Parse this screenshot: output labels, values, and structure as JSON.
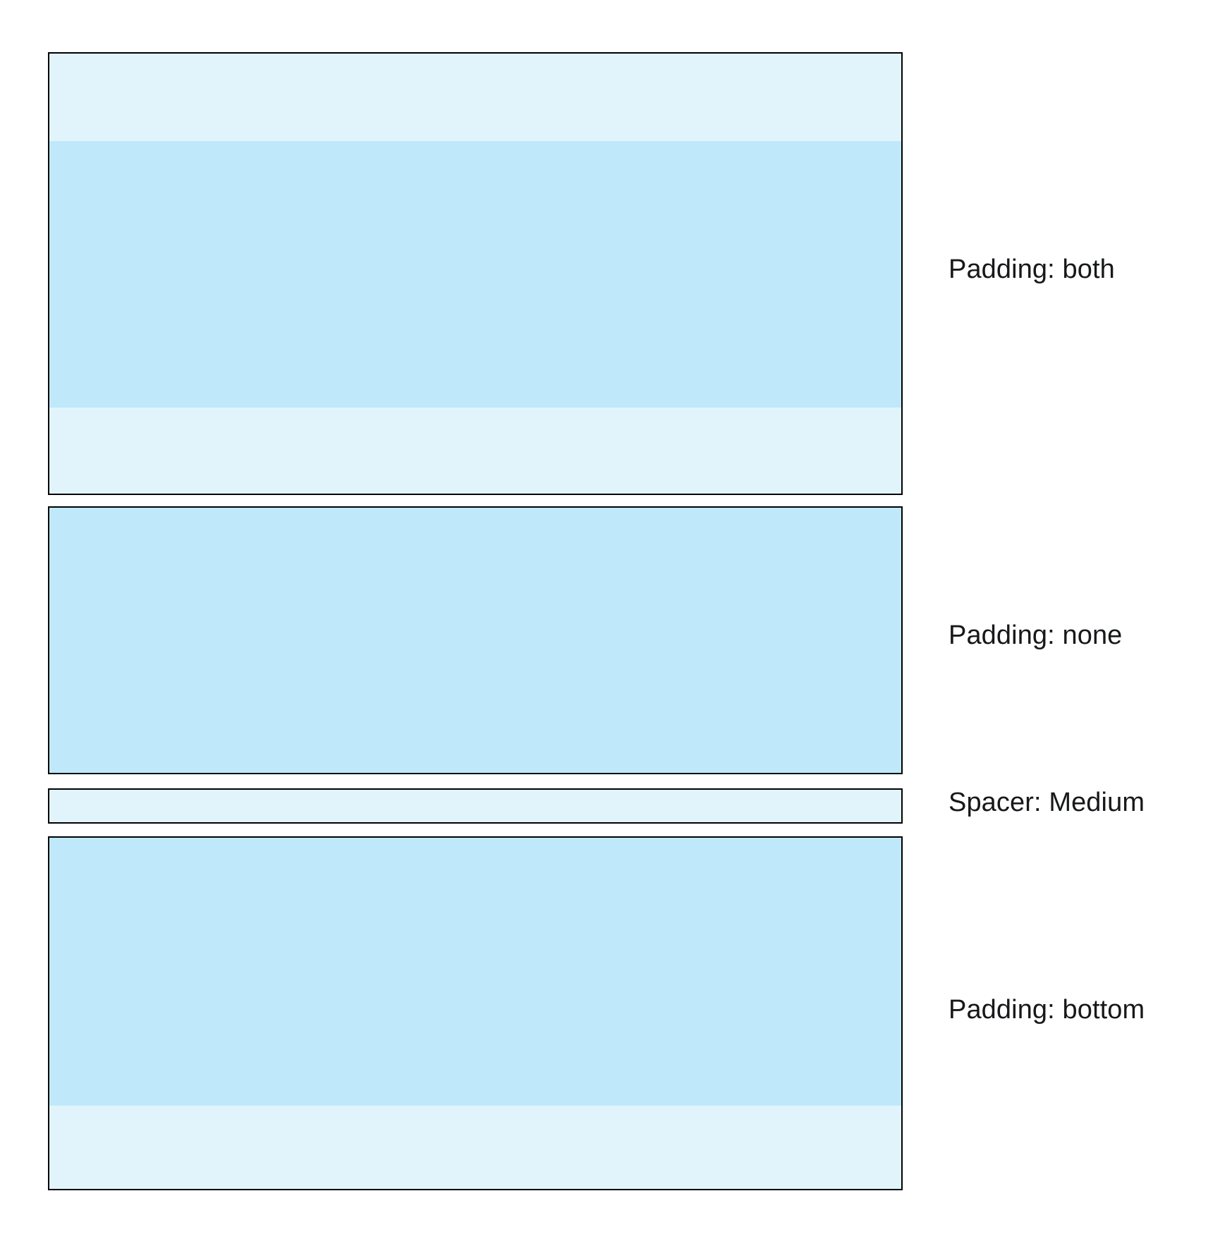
{
  "page": {
    "background_color": "#ffffff",
    "border_color": "#000000",
    "content_color": "#bfe9fa",
    "padding_color": "#e2f4fb",
    "label_color": "#17181a"
  },
  "rows": [
    {
      "id": "padding-both",
      "label": "Padding: both",
      "kind": "box",
      "padding": "both",
      "has_top_padding": true,
      "has_bottom_padding": true
    },
    {
      "id": "padding-none",
      "label": "Padding: none",
      "kind": "box",
      "padding": "none",
      "has_top_padding": false,
      "has_bottom_padding": false
    },
    {
      "id": "spacer-medium",
      "label": "Spacer: Medium",
      "kind": "spacer",
      "size": "Medium"
    },
    {
      "id": "padding-bottom",
      "label": "Padding: bottom",
      "kind": "box",
      "padding": "bottom",
      "has_top_padding": false,
      "has_bottom_padding": true
    }
  ]
}
